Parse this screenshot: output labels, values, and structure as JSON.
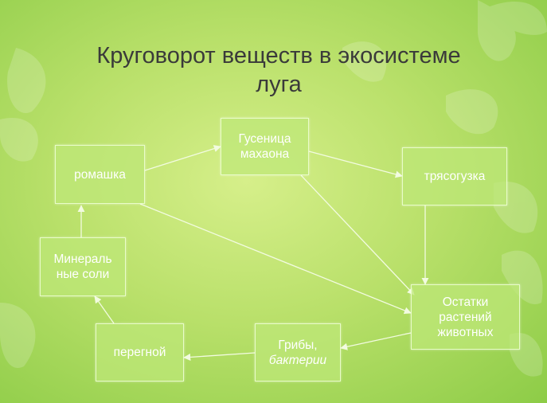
{
  "title": {
    "line1": "Круговорот веществ в экосистеме",
    "line2": "луга"
  },
  "nodes": {
    "romashka": {
      "label": "ромашка"
    },
    "gusenitsa": {
      "line1": "Гусеница",
      "line2": "махаона"
    },
    "tryasoguzka": {
      "label": "трясогузка"
    },
    "mineralnye_soli": {
      "line1": "Минераль",
      "line2": "ные соли"
    },
    "ostatki": {
      "line1": "Остатки",
      "line2": "растений",
      "line3": "животных"
    },
    "peregnoy": {
      "label": "перегной"
    },
    "griby": {
      "line1": "Грибы,",
      "line2": "бактерии"
    }
  },
  "colors": {
    "background": "#b9e06a",
    "node_fill": "#bee878",
    "arrow": "#f2fbe0",
    "title_text": "#3a3a3a"
  }
}
